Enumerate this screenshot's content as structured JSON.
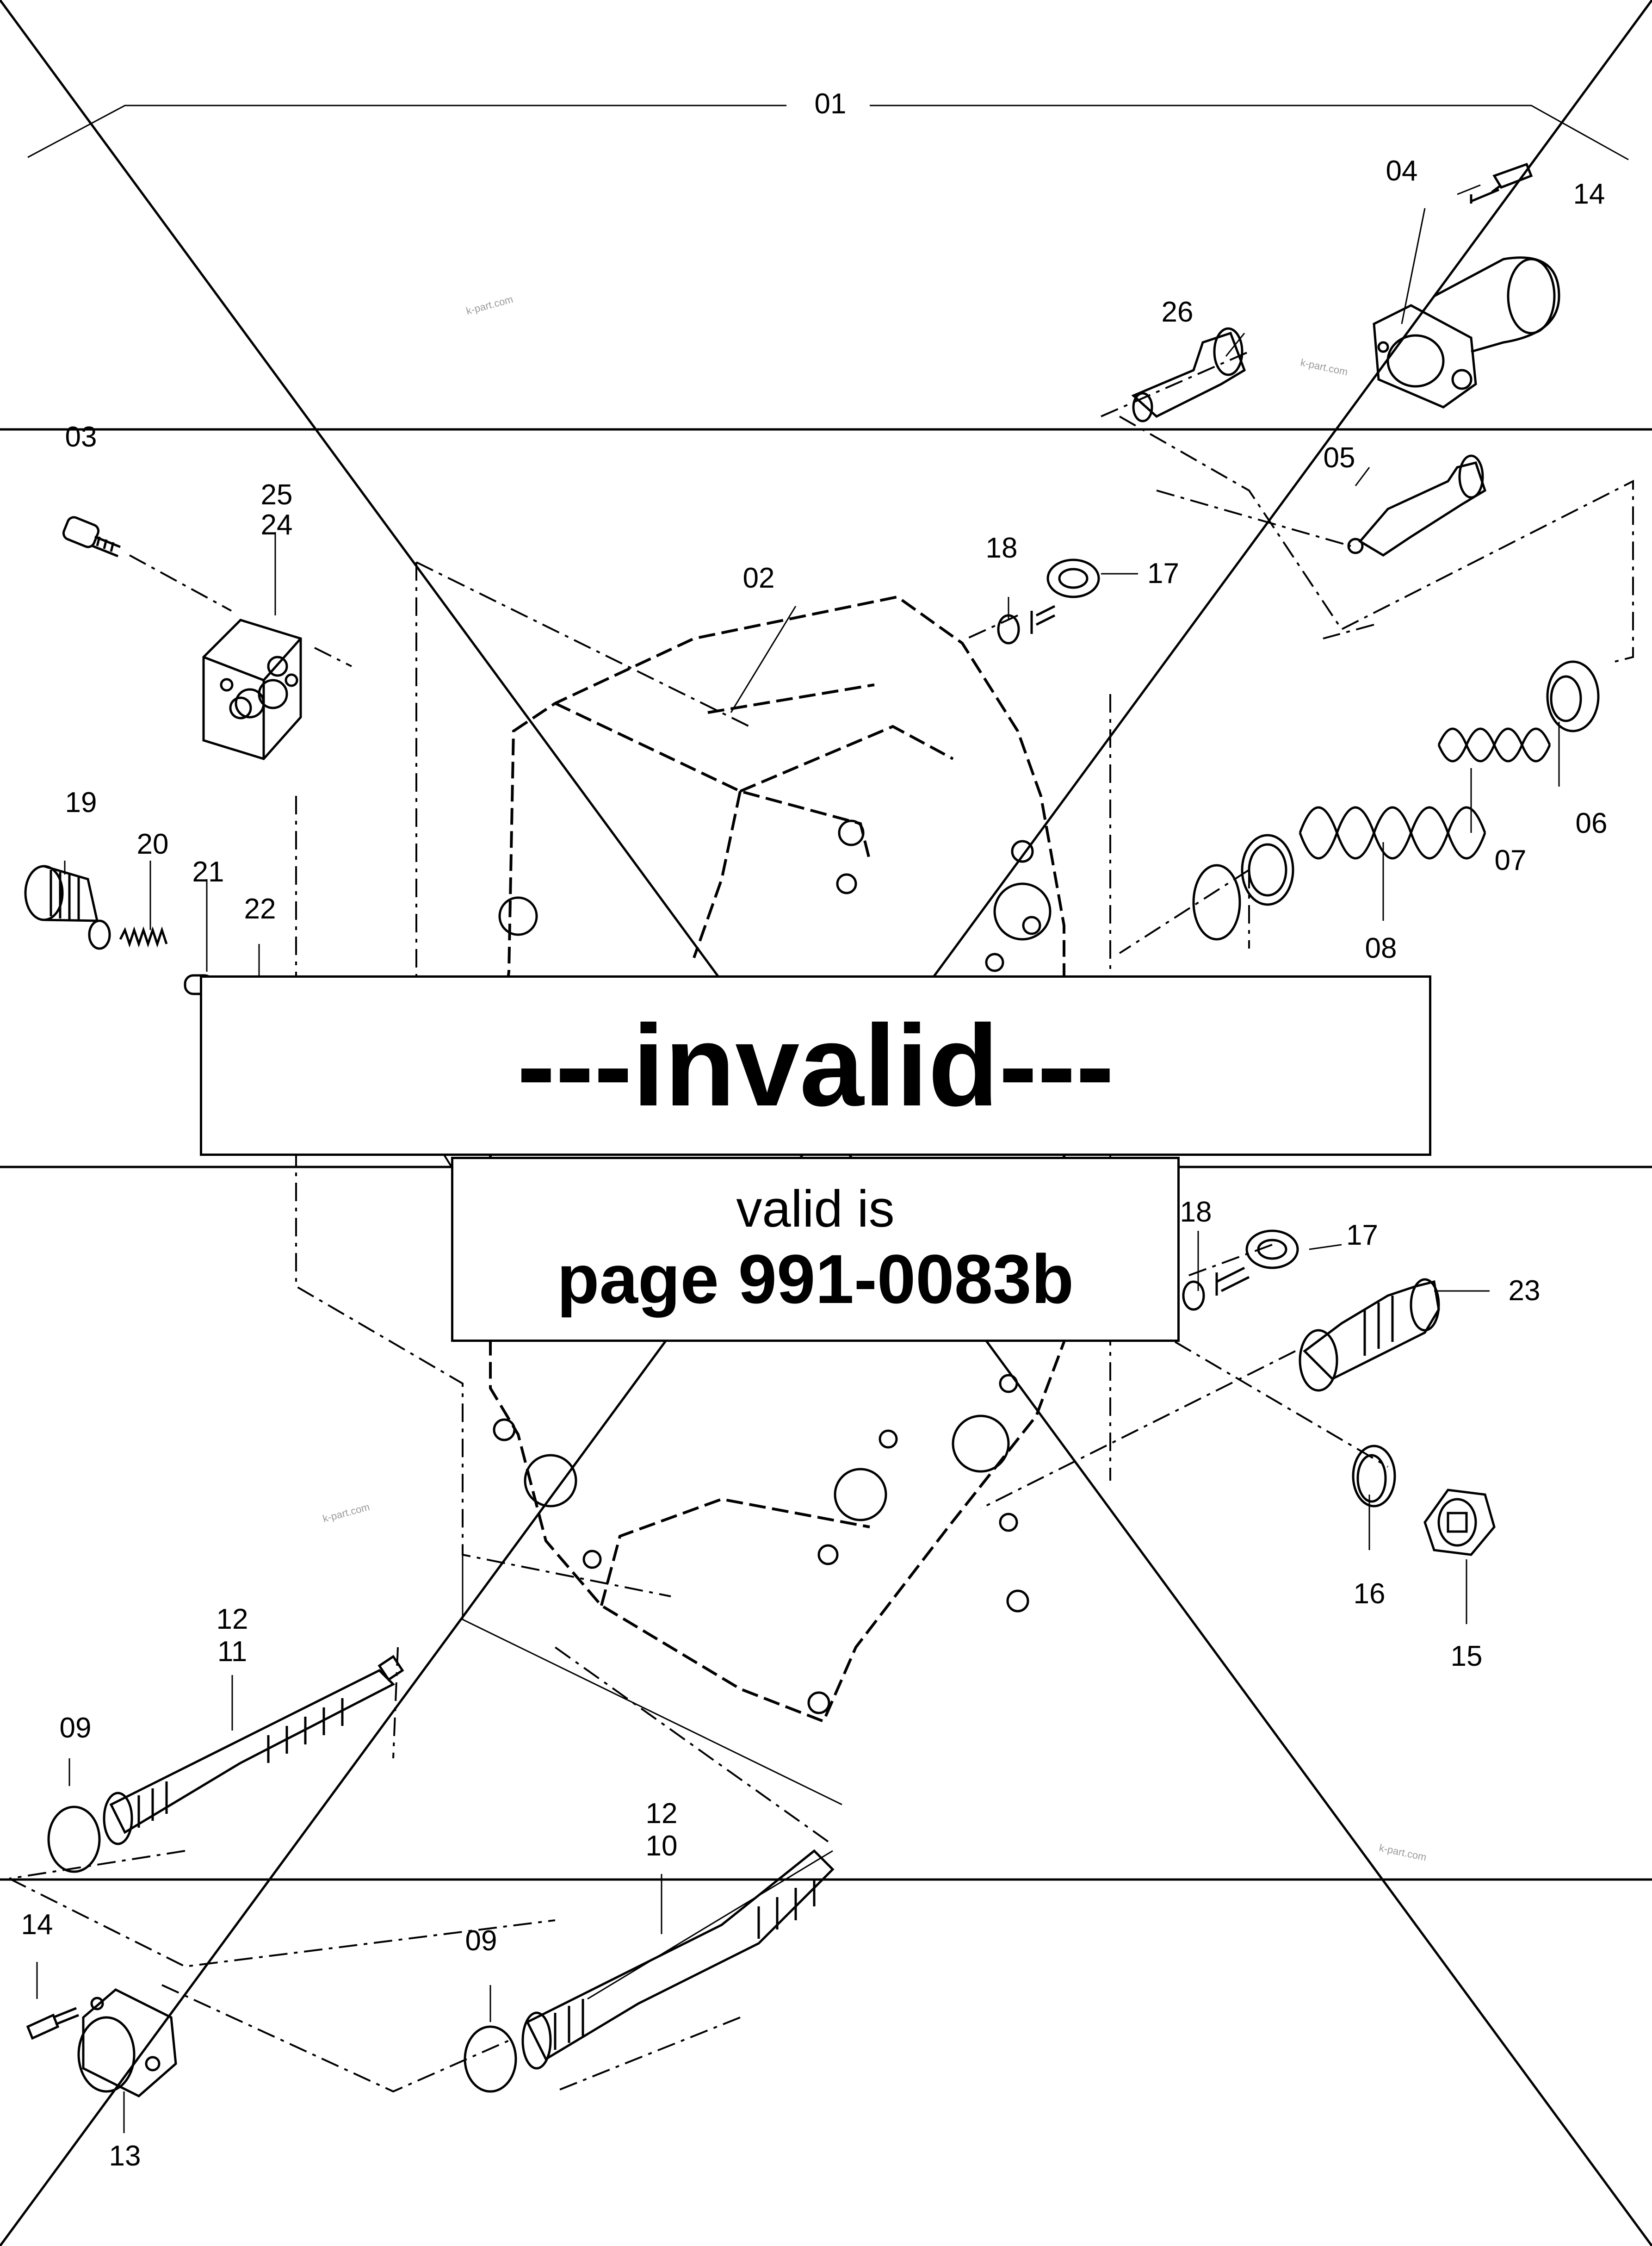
{
  "callouts": [
    "01",
    "02",
    "03",
    "04",
    "05",
    "06",
    "07",
    "08",
    "09",
    "10",
    "11",
    "12",
    "13",
    "14",
    "15",
    "16",
    "17",
    "18",
    "19",
    "20",
    "21",
    "22",
    "23",
    "24",
    "25",
    "26"
  ],
  "labels": {
    "c01": "01",
    "c02": "02",
    "c03": "03",
    "c04": "04",
    "c05": "05",
    "c06": "06",
    "c07": "07",
    "c08": "08",
    "c09a": "09",
    "c09b": "09",
    "c10": "10",
    "c11": "11",
    "c12a": "12",
    "c12b": "12",
    "c13": "13",
    "c14a": "14",
    "c14b": "14",
    "c15": "15",
    "c16": "16",
    "c17a": "17",
    "c17b": "17",
    "c18a": "18",
    "c18b": "18",
    "c19": "19",
    "c20": "20",
    "c21": "21",
    "c22": "22",
    "c23": "23",
    "c24": "24",
    "c25": "25",
    "c26": "26"
  },
  "watermark": "k-part.com",
  "notice": {
    "invalid": "---invalid---",
    "valid_line1": "valid is",
    "valid_line2": "page 991-0083b"
  }
}
